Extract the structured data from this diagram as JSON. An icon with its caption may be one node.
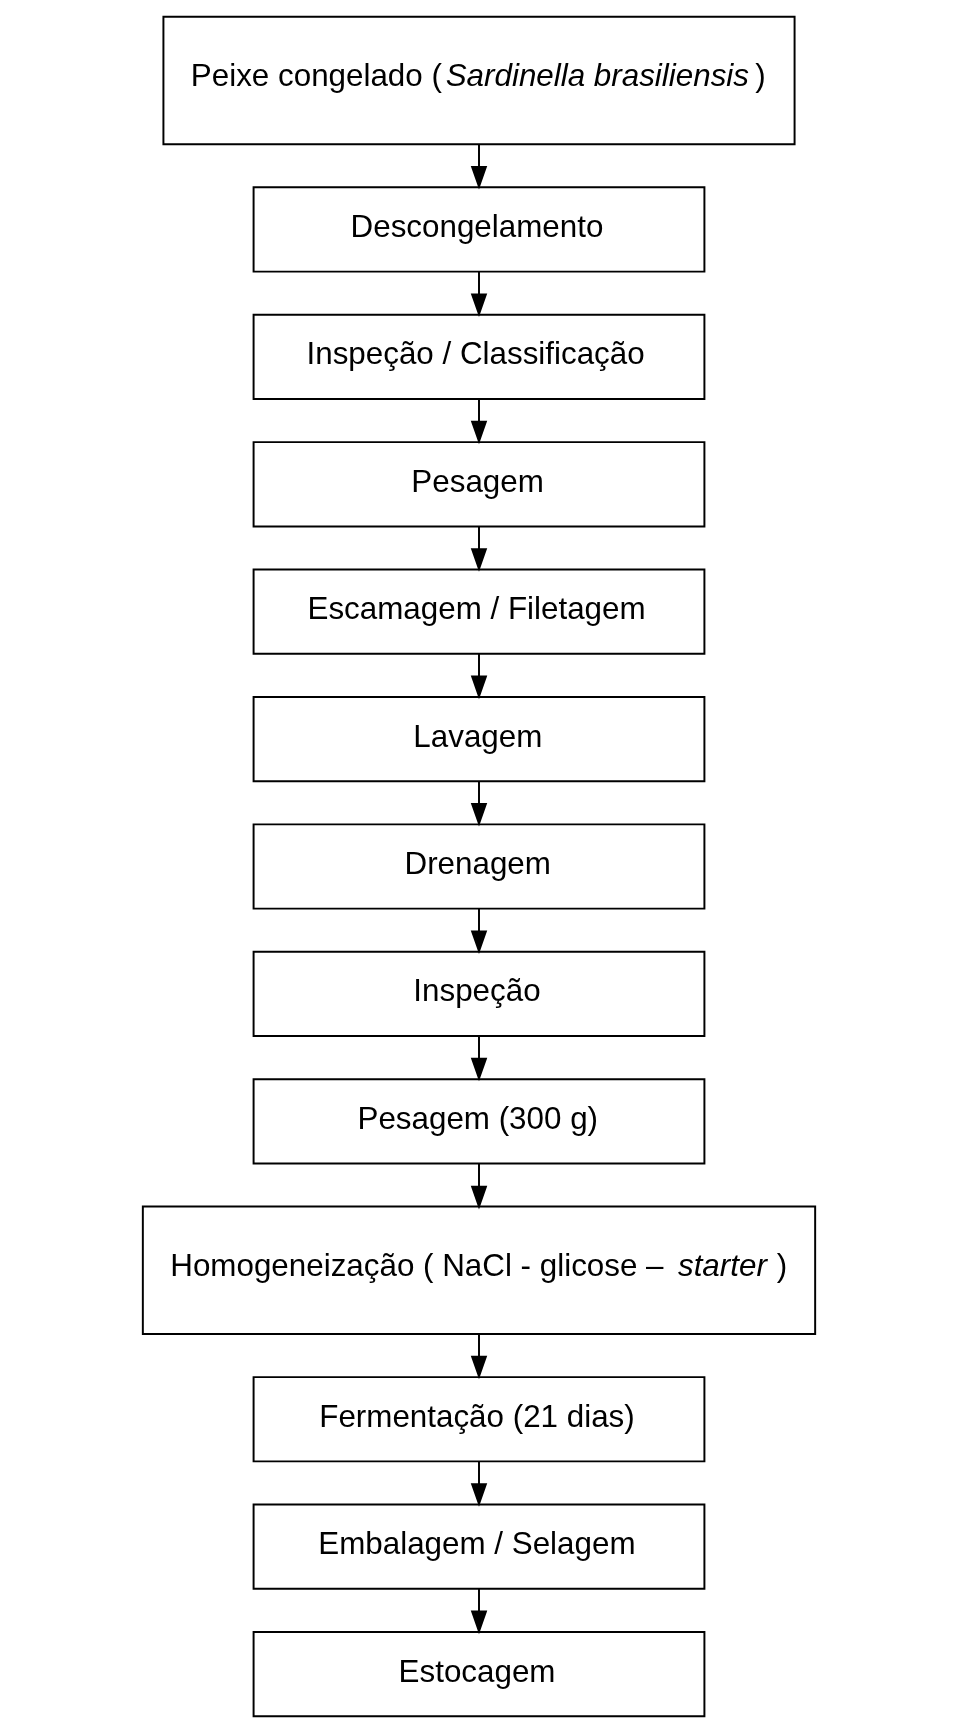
{
  "diagram": {
    "nodes": [
      {
        "text": [
          "Peixe congelado (*Sardinella brasiliensis*)"
        ]
      },
      {
        "text": [
          "Descongelamento"
        ]
      },
      {
        "text": [
          "Inspeção / Classificação"
        ]
      },
      {
        "text": [
          "Pesagem"
        ]
      },
      {
        "text": [
          "Escamagem / Filetagem"
        ]
      },
      {
        "text": [
          "Lavagem"
        ]
      },
      {
        "text": [
          "Drenagem"
        ]
      },
      {
        "text": [
          "Inspeção"
        ]
      },
      {
        "text": [
          "Pesagem (300 g)"
        ]
      },
      {
        "text": [
          "Homogeneização ( NaCl - glicose – *starter* )"
        ]
      },
      {
        "text": [
          "Fermentação (21 dias)"
        ]
      },
      {
        "text": [
          "Embalagem / Selagem"
        ]
      },
      {
        "text": [
          "Estocagem"
        ]
      }
    ],
    "edges": [
      {
        "from": 0,
        "to": 1,
        "arrow": "to"
      },
      {
        "from": 1,
        "to": 2,
        "arrow": "to"
      },
      {
        "from": 2,
        "to": 3,
        "arrow": "to"
      },
      {
        "from": 3,
        "to": 4,
        "arrow": "to"
      },
      {
        "from": 4,
        "to": 5,
        "arrow": "to"
      },
      {
        "from": 5,
        "to": 6,
        "arrow": "to"
      },
      {
        "from": 6,
        "to": 7,
        "arrow": "to"
      },
      {
        "from": 7,
        "to": 8,
        "arrow": "to"
      },
      {
        "from": 8,
        "to": 9,
        "arrow": "to"
      },
      {
        "from": 9,
        "to": 10,
        "arrow": "to"
      },
      {
        "from": 10,
        "to": 11,
        "arrow": "to"
      },
      {
        "from": 11,
        "to": 12,
        "arrow": "to"
      }
    ]
  }
}
